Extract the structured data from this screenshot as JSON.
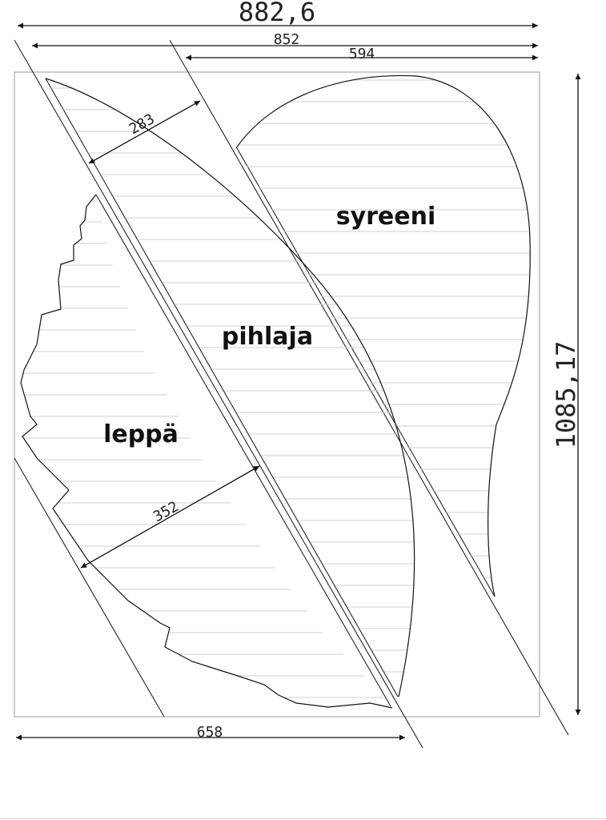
{
  "dimensions": {
    "overall_width": "882,6",
    "width_852": "852",
    "width_594": "594",
    "width_658": "658",
    "height": "1085,17",
    "pihlaja_width": "283",
    "leppa_width": "352"
  },
  "labels": {
    "syreeni": "syreeni",
    "pihlaja": "pihlaja",
    "leppa": "leppä"
  },
  "colors": {
    "line": "#111111",
    "frame": "#9a9a9a",
    "hatch": "#cfcfcf"
  }
}
